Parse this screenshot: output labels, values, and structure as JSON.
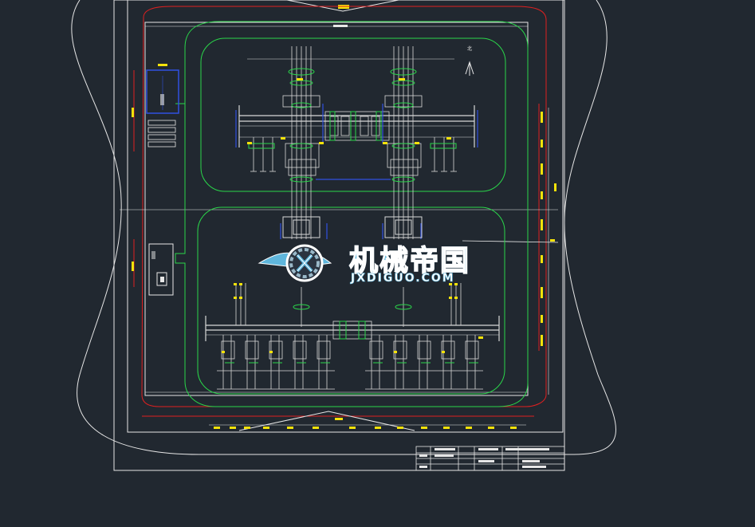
{
  "watermark": {
    "title": "机械帝国",
    "url": "JXDIGUO.COM"
  },
  "drawing": {
    "north_label": "北",
    "colors": {
      "background": "#212830",
      "outline": "#e6e6e6",
      "boundary": "#e02020",
      "road": "#2ad64a",
      "bus": "#3050e0",
      "dimension": "#f4e20a",
      "busbar": "#d8d8d8"
    }
  }
}
